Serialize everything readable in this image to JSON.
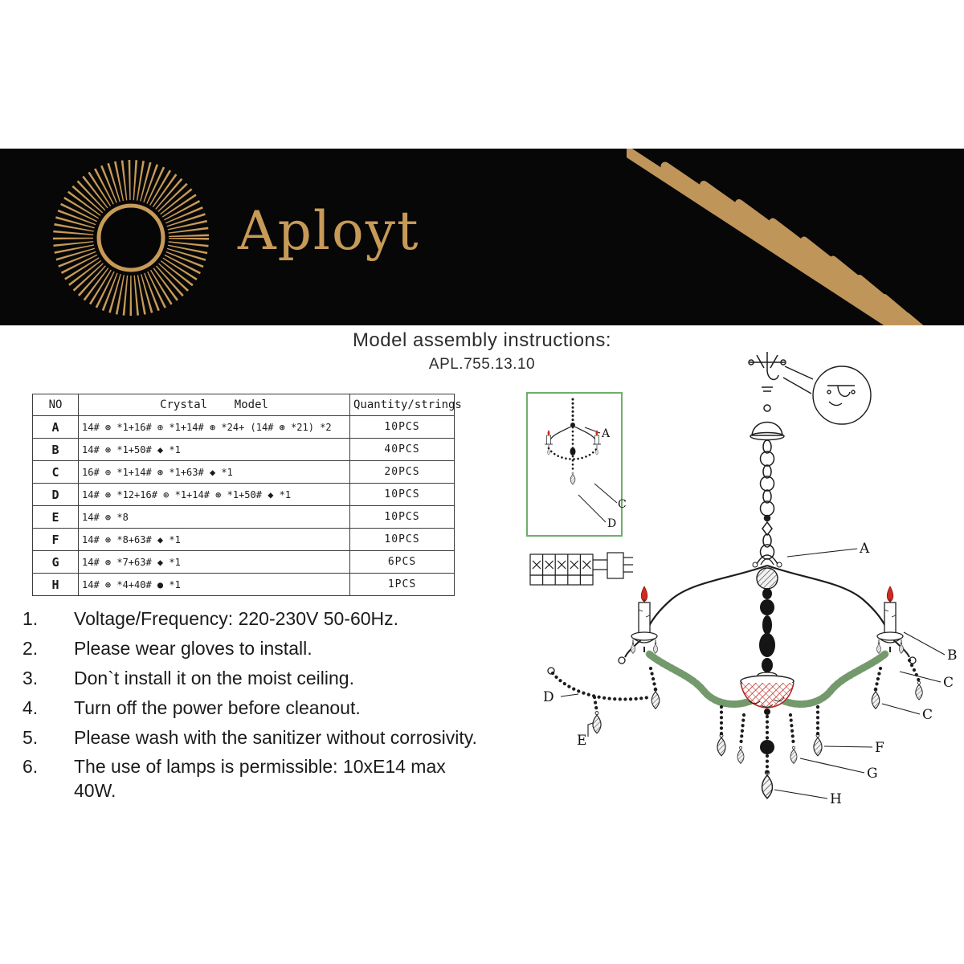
{
  "banner": {
    "brand": "Aployt",
    "gold": "#c79a58"
  },
  "title": {
    "line1": "Model assembly instructions:",
    "line2": "APL.755.13.10"
  },
  "table": {
    "headers": [
      "NO",
      "Crystal    Model",
      "Quantity/strings"
    ],
    "rows": [
      {
        "no": "A",
        "model": "14# ⊛ *1+16# ⊕ *1+14# ⊛ *24+ (14# ⊛ *21) *2",
        "qty": "10PCS"
      },
      {
        "no": "B",
        "model": "14# ⊛ *1+50# ◆ *1",
        "qty": "40PCS"
      },
      {
        "no": "C",
        "model": "16# ⊕ *1+14# ⊛ *1+63# ◆ *1",
        "qty": "20PCS"
      },
      {
        "no": "D",
        "model": "14# ⊛ *12+16# ⊕ *1+14# ⊛ *1+50# ◆ *1",
        "qty": "10PCS"
      },
      {
        "no": "E",
        "model": "14# ⊛ *8",
        "qty": "10PCS"
      },
      {
        "no": "F",
        "model": "14# ⊛ *8+63# ◆ *1",
        "qty": "10PCS"
      },
      {
        "no": "G",
        "model": "14# ⊛ *7+63# ◆ *1",
        "qty": "6PCS"
      },
      {
        "no": "H",
        "model": "14# ⊛ *4+40# ● *1",
        "qty": "1PCS"
      }
    ]
  },
  "notes": [
    {
      "num": "1.",
      "text": "Voltage/Frequency: 220-230V 50-60Hz."
    },
    {
      "num": "2.",
      "text": "Please wear gloves to install."
    },
    {
      "num": "3.",
      "text": "Don`t install it on the moist ceiling."
    },
    {
      "num": "4.",
      "text": "Turn off the power before cleanout."
    },
    {
      "num": "5.",
      "text": "Please wash with the sanitizer without corrosivity."
    },
    {
      "num": "6.",
      "text": "The use of lamps is permissible: 10xE14 max 40W."
    }
  ],
  "diagram": {
    "callouts": [
      "A",
      "B",
      "C",
      "C",
      "D",
      "E",
      "F",
      "G",
      "H"
    ],
    "inset_callouts": [
      "A",
      "C",
      "D"
    ],
    "colors": {
      "flame_red": "#cf2a21",
      "bowl_red": "#b02a22",
      "garland_green": "#a3c29a",
      "inset_border_green": "#6fae6c",
      "line_black": "#1d1d1d"
    }
  }
}
